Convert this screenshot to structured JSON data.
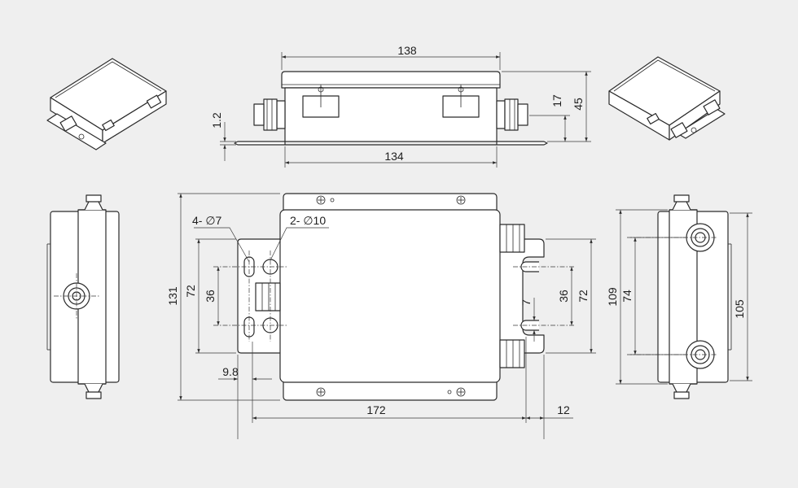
{
  "dimensions": {
    "top_width": "138",
    "base_width": "134",
    "flange_thickness": "1.2",
    "gland_height": "17",
    "total_height": "45",
    "hole_small": "4- ∅7",
    "hole_large": "2- ∅10",
    "overall_height": "131",
    "left_span": "72",
    "left_inner": "36",
    "right_inner": "36",
    "right_span": "72",
    "slot_width": "7",
    "hole_offset": "9.8",
    "pitch_length": "172",
    "edge_offset": "12",
    "side_height": "109",
    "gland_pitch": "74",
    "box_height": "105"
  },
  "colors": {
    "background": "#efefef",
    "line": "#2b2b2b",
    "fill": "#ffffff"
  }
}
